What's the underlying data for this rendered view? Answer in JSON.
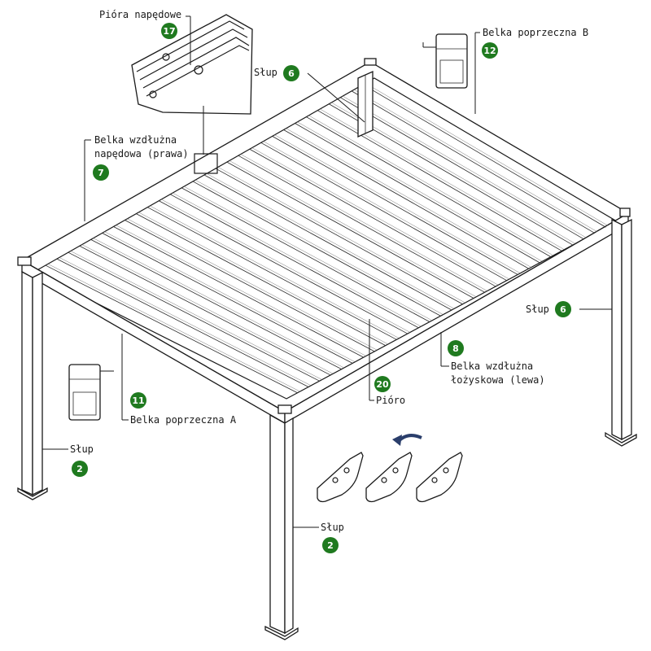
{
  "colors": {
    "badge": "#1f7a1f",
    "line": "#1a1a1a"
  },
  "labels": {
    "piora_napedowe": "Pióra napędowe",
    "slup": "Słup",
    "belka_poprzeczna_b": "Belka poprzeczna B",
    "belka_wzdluzna_napedowa_1": "Belka wzdłużna",
    "belka_wzdluzna_napedowa_2": "napędowa (prawa)",
    "belka_wzdluzna_lozyskowa_1": "Belka wzdłużna",
    "belka_wzdluzna_lozyskowa_2": "łożyskowa (lewa)",
    "pioro": "Pióro",
    "belka_poprzeczna_a": "Belka poprzeczna A"
  },
  "badges": {
    "b17": "17",
    "b6a": "6",
    "b12": "12",
    "b7": "7",
    "b6b": "6",
    "b8": "8",
    "b20": "20",
    "b11": "11",
    "b2a": "2",
    "b2b": "2"
  }
}
